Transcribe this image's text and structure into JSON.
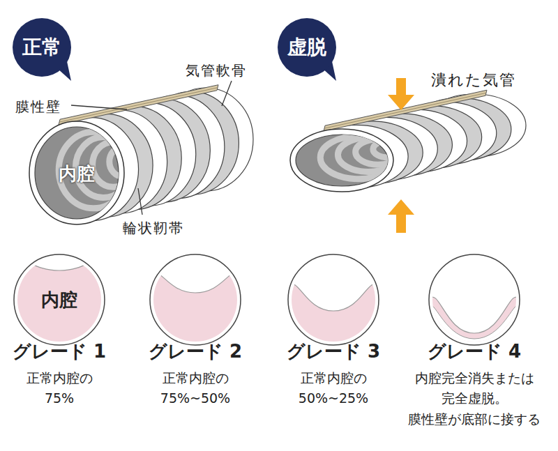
{
  "diagram": {
    "nodes": [
      {
        "text": [
          "正常"
        ]
      },
      {
        "text": [
          "虚脱"
        ]
      },
      {
        "text": [
          "内腔"
        ]
      }
    ],
    "edges": [],
    "labels": [
      "気管軟骨",
      "膜性壁",
      "内腔",
      "輪状靭帯",
      "潰れた気管",
      "グレード 1",
      "正常内腔の 75%",
      "グレード 2",
      "正常内腔の 75%~50%",
      "グレード 3",
      "正常内腔の 50%~25%",
      "グレード 4",
      "内腔完全消失または 完全虚脱。 膜性壁が底部に接する"
    ]
  }
}
